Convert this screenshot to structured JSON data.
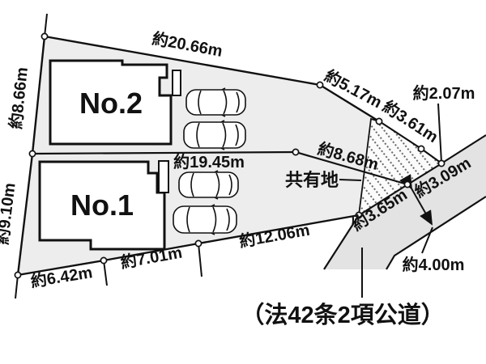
{
  "labels": {
    "plot_no2": "No.2",
    "plot_no1": "No.1",
    "shared_land": "共有地",
    "road_designation": "（法42条2項公道）"
  },
  "dimensions": {
    "top_edge": "約20.66m",
    "left_upper": "約8.66m",
    "left_lower": "約9.10m",
    "bottom_left": "約6.42m",
    "bottom_middle": "約7.01m",
    "bottom_right": "約12.06m",
    "northeast_1": "約5.17m",
    "northeast_2": "約3.61m",
    "northeast_3": "約2.07m",
    "divider": "約19.45m",
    "divider_right": "約8.68m",
    "road_frontage_upper": "約3.09m",
    "road_frontage_lower": "約3.65m",
    "road_width": "約4.00m"
  },
  "colors": {
    "parcel_fill": "#ededed",
    "road_fill": "#e3e3e3",
    "hatch_fill": "#fbfbfb",
    "line": "#111111"
  }
}
